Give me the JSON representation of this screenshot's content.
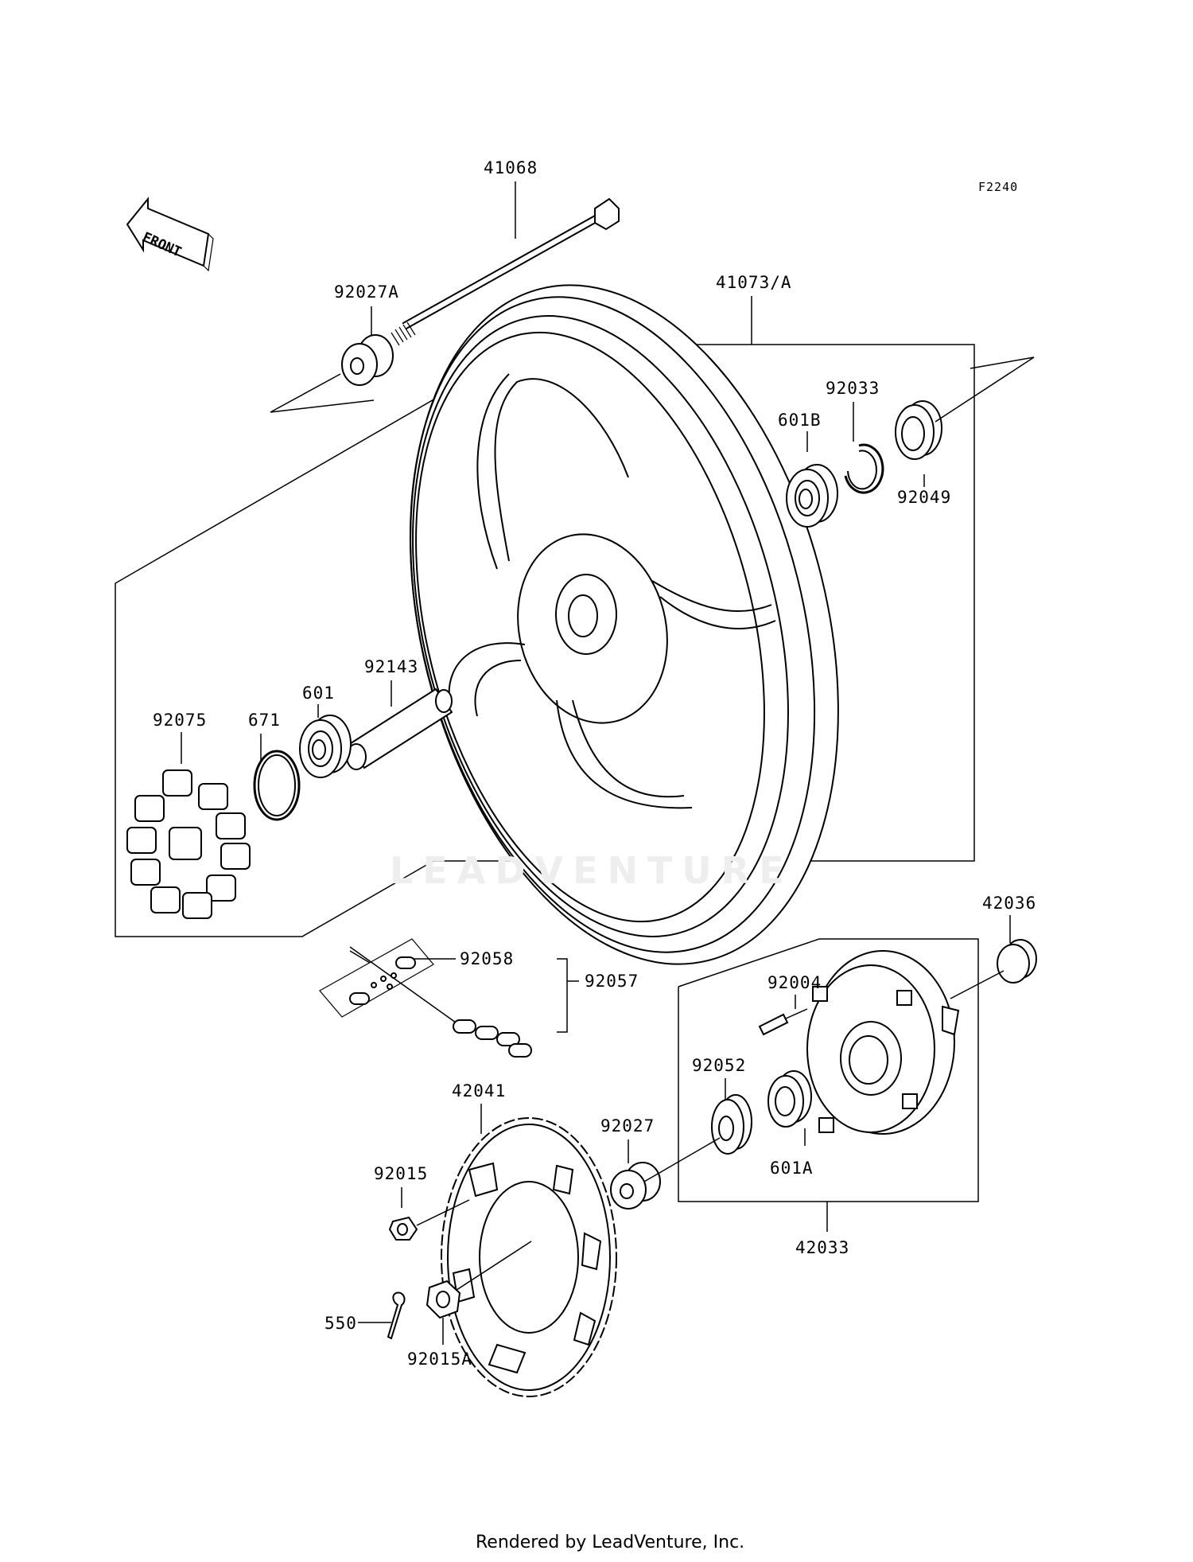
{
  "figure_code": "F2240",
  "front_marker": "FRONT",
  "watermark": "LEADVENTURE",
  "footer": "Rendered by LeadVenture, Inc.",
  "labels": {
    "p41068": "41068",
    "p92027A": "92027A",
    "p41073A": "41073/A",
    "p92033": "92033",
    "p601B": "601B",
    "p92049": "92049",
    "p92143": "92143",
    "p601": "601",
    "p671": "671",
    "p92075": "92075",
    "p92058": "92058",
    "p92057": "92057",
    "p42036": "42036",
    "p92004": "92004",
    "p92052": "92052",
    "p42041": "42041",
    "p92027": "92027",
    "p601A": "601A",
    "p92015": "92015",
    "p42033": "42033",
    "p550": "550",
    "p92015A": "92015A"
  }
}
